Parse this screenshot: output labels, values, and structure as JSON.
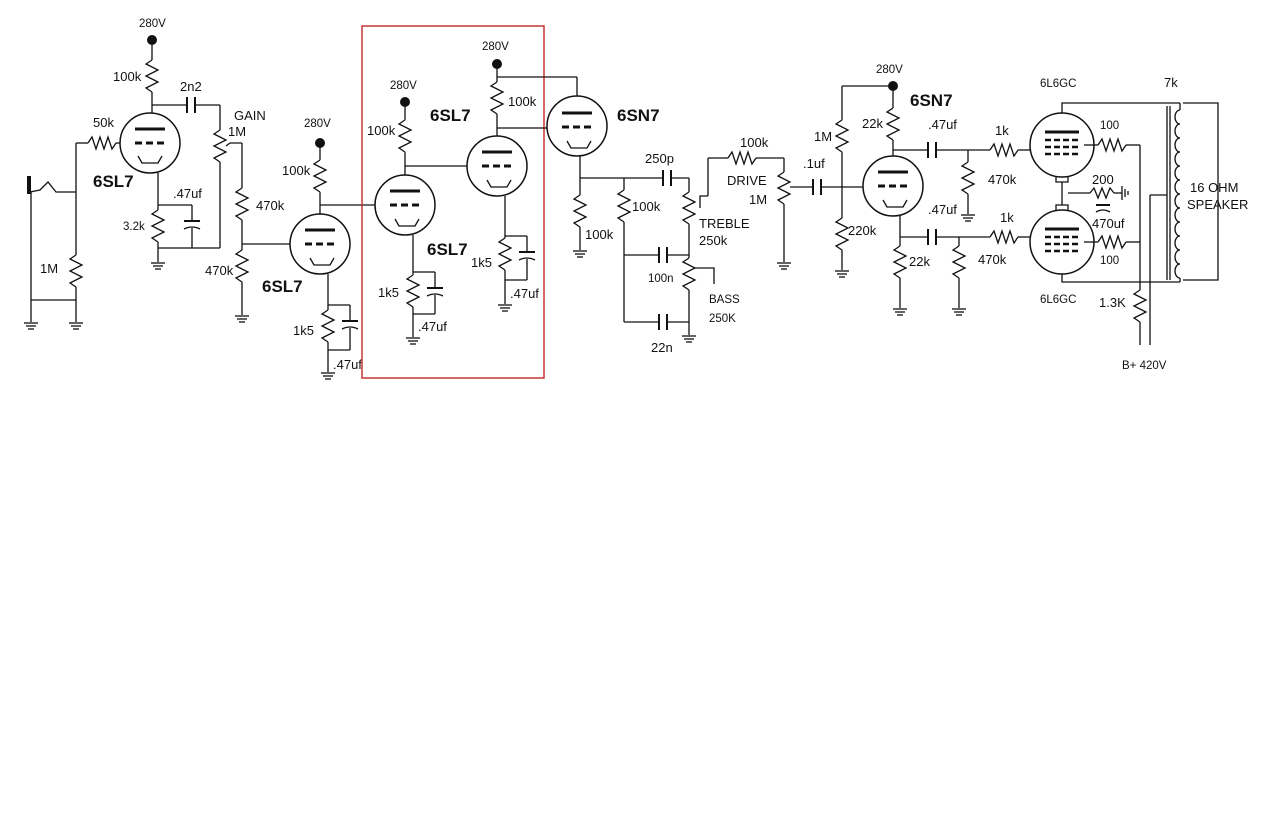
{
  "diagram": {
    "labels": {
      "v280_1": "280V",
      "v280_2": "280V",
      "v280_3": "280V",
      "v280_4": "280V",
      "v280_5": "280V",
      "r100k_1": "100k",
      "r100k_2": "100k",
      "r100k_3": "100k",
      "r100k_4": "100k",
      "r100k_5": "100k",
      "r100k_6": "100k",
      "r100k_7": "100k",
      "c2n2": "2n2",
      "gain": "GAIN",
      "gain_1m": "1M",
      "r50k": "50k",
      "r470k_1": "470k",
      "r470k_2": "470k",
      "r470k_3": "470k",
      "r470k_4": "470k",
      "r1m_in": "1M",
      "r3k2": "3.2k",
      "c47_1": ".47uf",
      "c47_2": ".47uf",
      "c47_3": ".47uf",
      "c47_4": ".47uf",
      "c47_5": ".47uf",
      "c47_6": ".47uf",
      "r1k5_1": "1k5",
      "r1k5_2": "1k5",
      "r1k5_3": "1k5",
      "c250p": "250p",
      "treble": "TREBLE",
      "treble_val": "250k",
      "c100n": "100n",
      "bass": "BASS",
      "bass_val": "250K",
      "c22n": "22n",
      "drive": "DRIVE",
      "drive_val": "1M",
      "c1uf": ".1uf",
      "r1m_pi": "1M",
      "r22k_1": "22k",
      "r22k_2": "22k",
      "r220k": "220k",
      "r1k_1": "1k",
      "r1k_2": "1k",
      "r100_1": "100",
      "r100_2": "100",
      "r200": "200",
      "c470uf": "470uf",
      "r1k3": "1.3K",
      "bplus": "B+ 420V",
      "ot": "7k",
      "speaker_1": "16 OHM",
      "speaker_2": "SPEAKER",
      "pt1": "6L6GC",
      "pt2": "6L6GC",
      "v1": "6SL7",
      "v2": "6SL7",
      "v3": "6SL7",
      "v4": "6SL7",
      "v5": "6SN7",
      "v6": "6SN7"
    }
  }
}
